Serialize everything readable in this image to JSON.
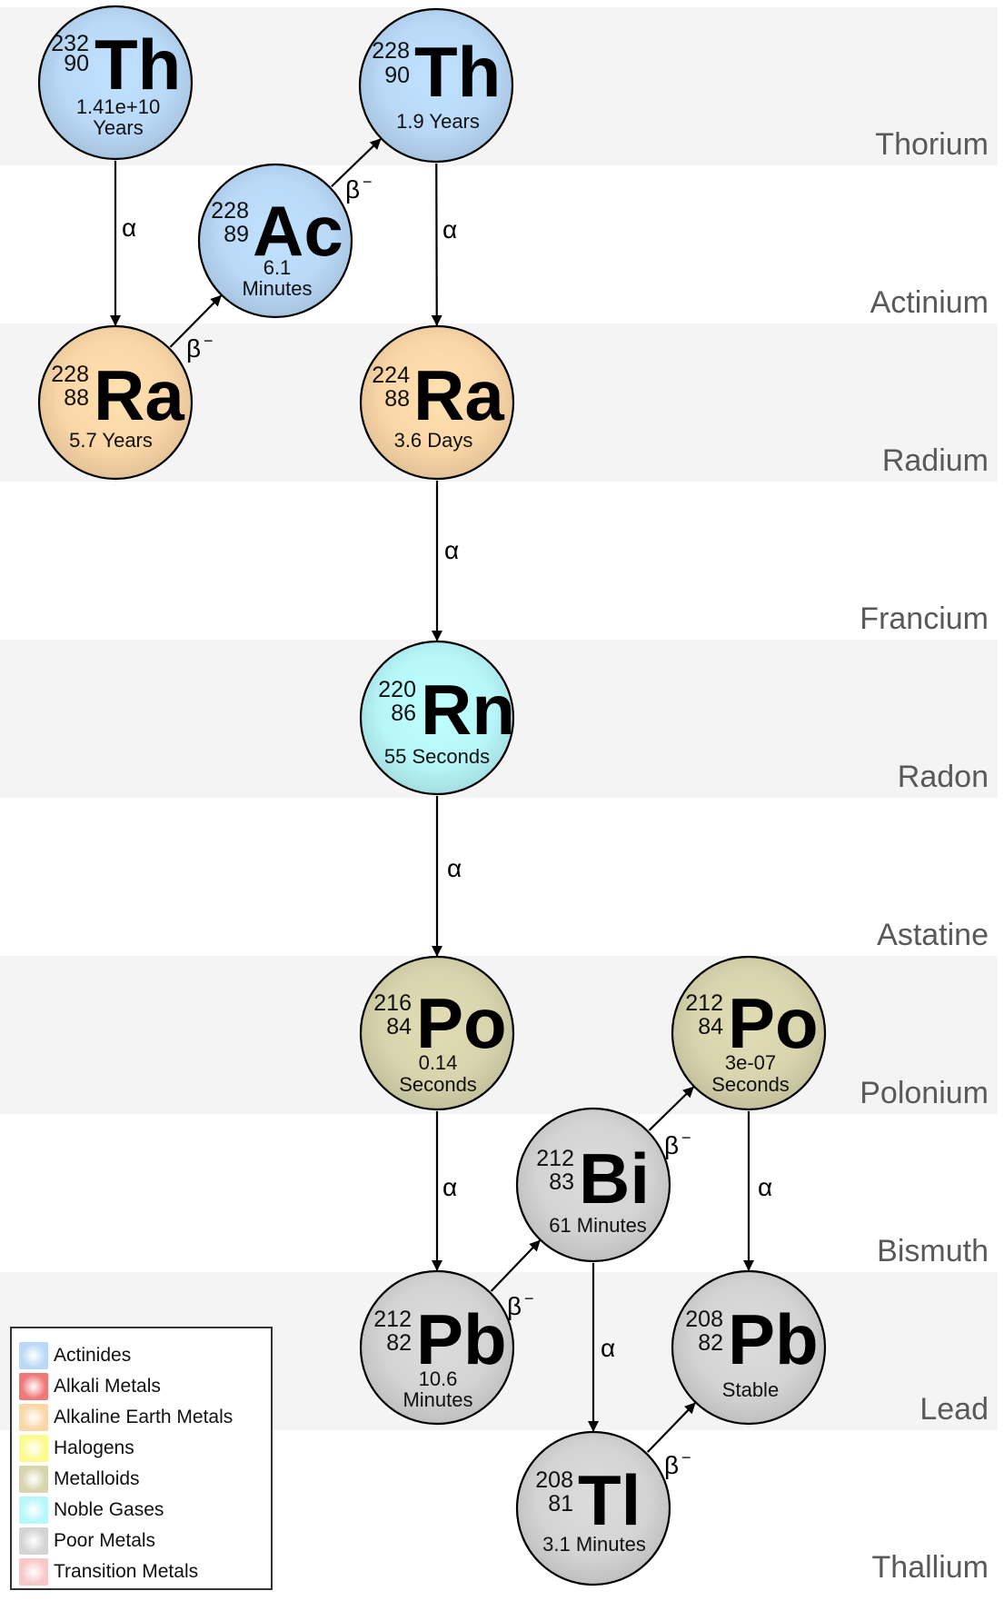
{
  "bands": [
    {
      "label": "Thorium",
      "shaded": true
    },
    {
      "label": "Actinium",
      "shaded": false
    },
    {
      "label": "Radium",
      "shaded": true
    },
    {
      "label": "Francium",
      "shaded": false
    },
    {
      "label": "Radon",
      "shaded": true
    },
    {
      "label": "Astatine",
      "shaded": false
    },
    {
      "label": "Polonium",
      "shaded": true
    },
    {
      "label": "Bismuth",
      "shaded": false
    },
    {
      "label": "Lead",
      "shaded": true
    },
    {
      "label": "Thallium",
      "shaded": false
    }
  ],
  "categories": {
    "actinides": {
      "label": "Actinides",
      "color": "#b9d9f7"
    },
    "alkali": {
      "label": "Alkali Metals",
      "color": "#f07878"
    },
    "alkaline_earth": {
      "label": "Alkaline Earth Metals",
      "color": "#fbd7a8"
    },
    "halogens": {
      "label": "Halogens",
      "color": "#fdfa8e"
    },
    "metalloids": {
      "label": "Metalloids",
      "color": "#d8d4ad"
    },
    "noble": {
      "label": "Noble Gases",
      "color": "#b7f7fa"
    },
    "poor": {
      "label": "Poor Metals",
      "color": "#d4d4d4"
    },
    "transition": {
      "label": "Transition Metals",
      "color": "#f8c8c8"
    }
  },
  "legend_order": [
    "actinides",
    "alkali",
    "alkaline_earth",
    "halogens",
    "metalloids",
    "noble",
    "poor",
    "transition"
  ],
  "nuclides": [
    {
      "id": "th232",
      "symbol": "Th",
      "mass": "232",
      "atomic": "90",
      "half_life": [
        "1.41e+10",
        "Years"
      ],
      "category": "actinides"
    },
    {
      "id": "th228",
      "symbol": "Th",
      "mass": "228",
      "atomic": "90",
      "half_life": [
        "1.9 Years"
      ],
      "category": "actinides"
    },
    {
      "id": "ac228",
      "symbol": "Ac",
      "mass": "228",
      "atomic": "89",
      "half_life": [
        "6.1",
        "Minutes"
      ],
      "category": "actinides"
    },
    {
      "id": "ra228",
      "symbol": "Ra",
      "mass": "228",
      "atomic": "88",
      "half_life": [
        "5.7 Years"
      ],
      "category": "alkaline_earth"
    },
    {
      "id": "ra224",
      "symbol": "Ra",
      "mass": "224",
      "atomic": "88",
      "half_life": [
        "3.6 Days"
      ],
      "category": "alkaline_earth"
    },
    {
      "id": "rn220",
      "symbol": "Rn",
      "mass": "220",
      "atomic": "86",
      "half_life": [
        "55 Seconds"
      ],
      "category": "noble"
    },
    {
      "id": "po216",
      "symbol": "Po",
      "mass": "216",
      "atomic": "84",
      "half_life": [
        "0.14",
        "Seconds"
      ],
      "category": "metalloids"
    },
    {
      "id": "po212",
      "symbol": "Po",
      "mass": "212",
      "atomic": "84",
      "half_life": [
        "3e-07",
        "Seconds"
      ],
      "category": "metalloids"
    },
    {
      "id": "bi212",
      "symbol": "Bi",
      "mass": "212",
      "atomic": "83",
      "half_life": [
        "61 Minutes"
      ],
      "category": "poor"
    },
    {
      "id": "pb212",
      "symbol": "Pb",
      "mass": "212",
      "atomic": "82",
      "half_life": [
        "10.6",
        "Minutes"
      ],
      "category": "poor"
    },
    {
      "id": "pb208",
      "symbol": "Pb",
      "mass": "208",
      "atomic": "82",
      "half_life": [
        "Stable"
      ],
      "category": "poor"
    },
    {
      "id": "tl208",
      "symbol": "Tl",
      "mass": "208",
      "atomic": "81",
      "half_life": [
        "3.1 Minutes"
      ],
      "category": "poor"
    }
  ],
  "decays": [
    {
      "from": "th232",
      "to": "ra228",
      "mode": "α",
      "sup": ""
    },
    {
      "from": "ra228",
      "to": "ac228",
      "mode": "β",
      "sup": "−"
    },
    {
      "from": "ac228",
      "to": "th228",
      "mode": "β",
      "sup": "−"
    },
    {
      "from": "th228",
      "to": "ra224",
      "mode": "α",
      "sup": ""
    },
    {
      "from": "ra224",
      "to": "rn220",
      "mode": "α",
      "sup": ""
    },
    {
      "from": "rn220",
      "to": "po216",
      "mode": "α",
      "sup": ""
    },
    {
      "from": "po216",
      "to": "pb212",
      "mode": "α",
      "sup": ""
    },
    {
      "from": "pb212",
      "to": "bi212",
      "mode": "β",
      "sup": "−"
    },
    {
      "from": "bi212",
      "to": "po212",
      "mode": "β",
      "sup": "−"
    },
    {
      "from": "bi212",
      "to": "tl208",
      "mode": "α",
      "sup": ""
    },
    {
      "from": "po212",
      "to": "pb208",
      "mode": "α",
      "sup": ""
    },
    {
      "from": "tl208",
      "to": "pb208",
      "mode": "β",
      "sup": "−"
    }
  ]
}
